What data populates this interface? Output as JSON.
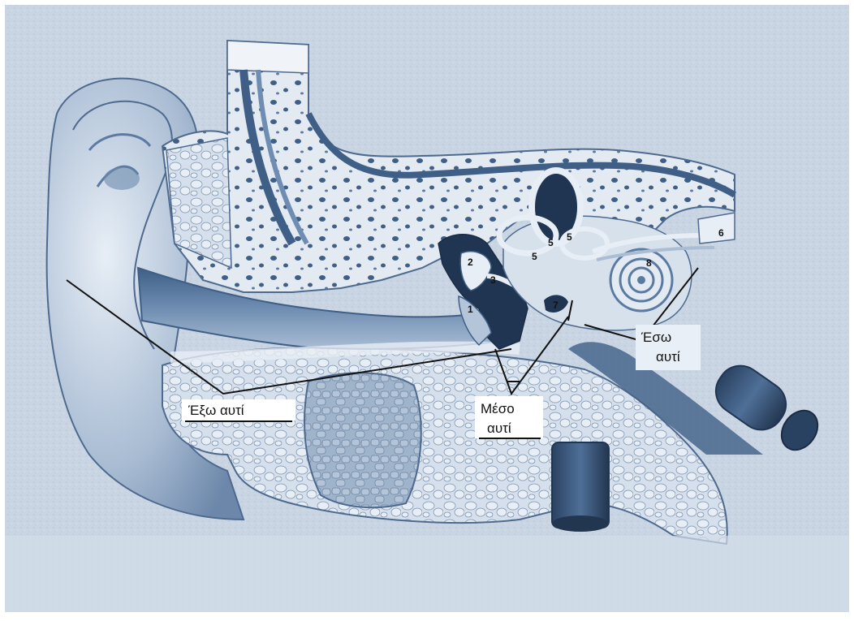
{
  "diagram": {
    "regions": {
      "outer_ear": "Έξω αυτί",
      "middle_ear_line1": "Μέσο",
      "middle_ear_line2": "αυτί",
      "inner_ear_line1": "Έσω",
      "inner_ear_line2": "αυτί"
    },
    "numbers": {
      "n1": "1",
      "n2": "2",
      "n3": "3",
      "n5a": "5",
      "n5b": "5",
      "n5c": "5",
      "n6": "6",
      "n7": "7",
      "n8": "8"
    },
    "colors": {
      "background": "#c9d5e3",
      "bone": "#e3eaf2",
      "tissue": "#8ea6c2",
      "dark_blue": "#3f5f86",
      "canal": "#5b7aa1",
      "tube": "#2f4868"
    }
  }
}
